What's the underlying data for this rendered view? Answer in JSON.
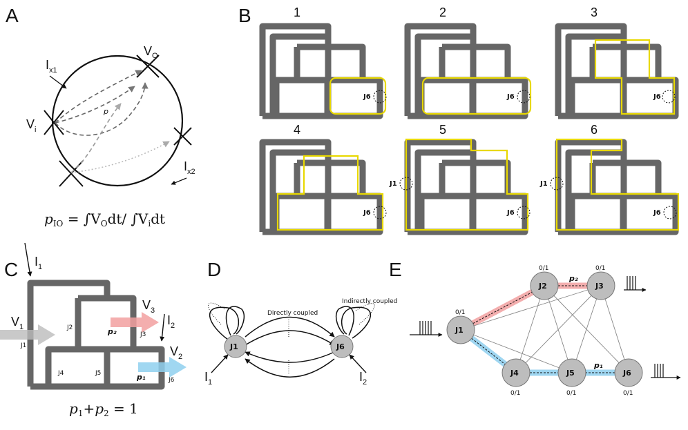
{
  "panels": {
    "A": {
      "letter": "A",
      "Vo": "V",
      "Vo_sub": "O",
      "Vi": "V",
      "Vi_sub": "i",
      "Ix1": "I",
      "Ix1_sub": "x1",
      "Ix2": "I",
      "Ix2_sub": "x2",
      "p": "p",
      "formula": "p",
      "formula_sub": "IO",
      "formula_rest": " = ∫V",
      "formula_o": "O",
      "formula_mid": "dt/ ∫V",
      "formula_i": "i",
      "formula_end": "dt"
    },
    "B": {
      "letter": "B",
      "subpanels": [
        "1",
        "2",
        "3",
        "4",
        "5",
        "6"
      ],
      "j6": "J6",
      "j1": "J1"
    },
    "C": {
      "letter": "C",
      "I1": "I",
      "I1_sub": "1",
      "I2": "I",
      "I2_sub": "2",
      "V1": "V",
      "V1_sub": "1",
      "V2": "V",
      "V2_sub": "2",
      "V3": "V",
      "V3_sub": "3",
      "junctions": [
        "J1",
        "J2",
        "J3",
        "J4",
        "J5",
        "J6"
      ],
      "p1": "p₁",
      "p2": "p₂",
      "eq": "p",
      "eq1": "1",
      "eq_plus": "+p",
      "eq2": "2",
      "eq_end": " = 1"
    },
    "D": {
      "letter": "D",
      "J1": "J1",
      "J6": "J6",
      "direct": "Directly coupled",
      "indirect": "Indirectly coupled",
      "I1": "I",
      "I1_sub": "1",
      "I2": "I",
      "I2_sub": "2"
    },
    "E": {
      "letter": "E",
      "nodes": [
        "J1",
        "J2",
        "J3",
        "J4",
        "J5",
        "J6"
      ],
      "state": "0/1",
      "p1": "p₁",
      "p2": "p₂"
    }
  },
  "colors": {
    "wire": "#666666",
    "highlight": "#e8d800",
    "red": "#f2a0a0",
    "blue": "#8fd0ef",
    "node": "#bdbdbd"
  }
}
